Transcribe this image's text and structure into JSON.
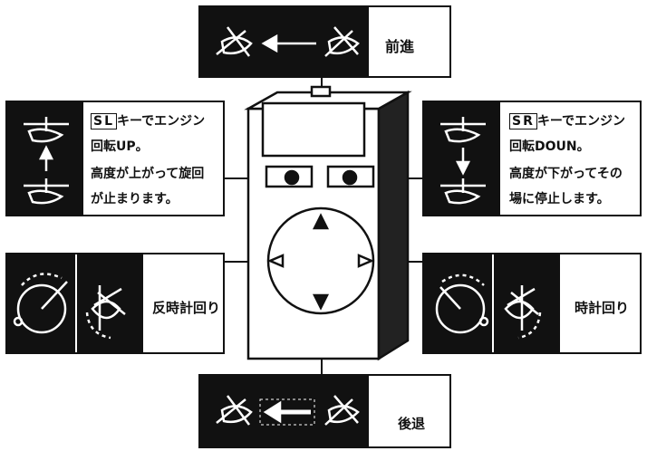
{
  "top": {
    "label": "前進"
  },
  "bottom": {
    "label": "後退"
  },
  "left_top": {
    "key": "SL",
    "line1_suffix": "キーでエンジン",
    "line2": "回転UP。",
    "line3": "高度が上がって旋回",
    "line4": "が止まります。"
  },
  "right_top": {
    "key": "SR",
    "line1_suffix": "キーでエンジン",
    "line2": "回転DOUN。",
    "line3": "高度が下がってその",
    "line4": "場に停止します。"
  },
  "left_bottom": {
    "label": "反時計回り"
  },
  "right_bottom": {
    "label": "時計回り"
  },
  "icons": [
    "helicopter-icon",
    "arrow-left-icon",
    "arrow-up-icon",
    "arrow-down-icon",
    "rotate-ccw-icon",
    "rotate-cw-icon",
    "controller-icon"
  ]
}
